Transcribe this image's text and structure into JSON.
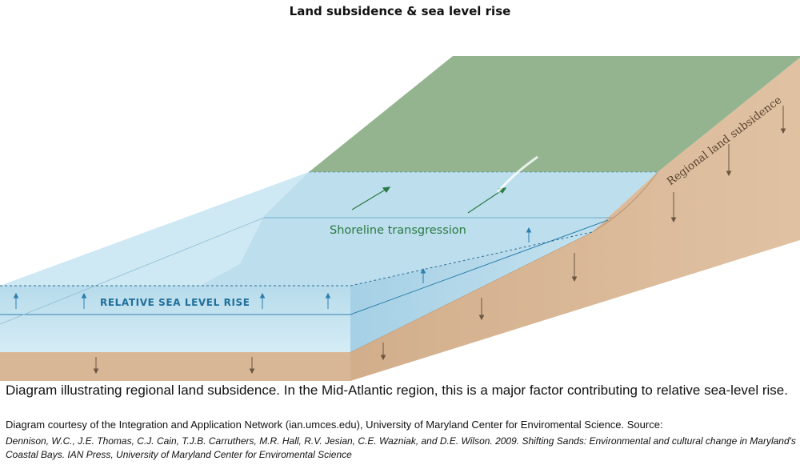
{
  "title": "Land subsidence & sea level rise",
  "labels": {
    "shoreline": "Shoreline transgression",
    "sea_level": "RELATIVE SEA LEVEL RISE",
    "subsidence": "Regional land subsidence"
  },
  "caption": "Diagram illustrating regional land subsidence. In the Mid-Atlantic region, this is a major factor contributing to relative sea-level rise.",
  "credit": "Diagram courtesy of the Integration and Application Network (ian.umces.edu), University of Maryland Center for Enviromental Science. Source:",
  "source": "Dennison, W.C., J.E. Thomas, C.J. Cain, T.J.B. Carruthers,  M.R. Hall, R.V. Jesian, C.E. Wazniak, and D.E. Wilson. 2009. Shifting Sands: Environmental and cultural change in Maryland's Coastal Bays. IAN Press, University of Maryland Center for Enviromental Science",
  "colors": {
    "land": "#93b48f",
    "soil": "#d8b796",
    "soil_dark": "#c9a27f",
    "water": "#b9dcec",
    "water_deep": "#9ccbe2",
    "sea_label": "#1f6f9a",
    "shoreline_label": "#2a7a44",
    "arrow_up": "#2b7fb0",
    "arrow_down": "#6b5642"
  }
}
